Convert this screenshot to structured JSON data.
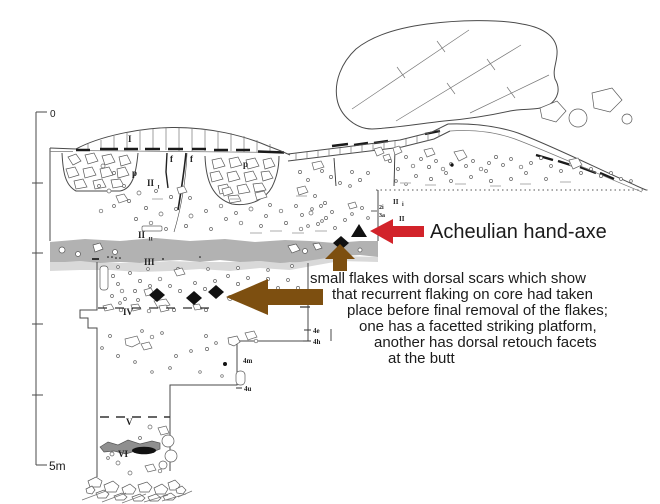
{
  "scale": {
    "top": "0",
    "bottom": "5m"
  },
  "labels": {
    "layer_I": "I",
    "pit_left": "p",
    "pit_right": "p",
    "fissure_left": "f",
    "fissure_right": "f",
    "unit_II_upper_main": "II",
    "unit_II_upper_sub": "I",
    "unit_II_lower_main": "II",
    "unit_II_lower_sub": "II",
    "layer_III": "III",
    "layer_IV": "IV",
    "layer_V": "V",
    "layer_VI": "VI",
    "col_2i": "2i",
    "col_3a": "3a",
    "col_II_main": "II",
    "col_II_sub": "i",
    "col_II2": "II",
    "spit_4e": "4e",
    "spit_4h": "4h",
    "spit_4m": "4m",
    "spit_4u": "4u"
  },
  "annotations": {
    "handaxe_label": "Acheulian hand-axe",
    "flakes_lines": [
      "small flakes with dorsal scars which show",
      "that recurrent flaking on core had taken",
      "place before final removal of the flakes;",
      "one has a facetted striking platform,",
      "another has dorsal retouch facets",
      "at the butt"
    ]
  },
  "colors": {
    "red_arrow": "#d2232a",
    "brown_arrow": "#7d4f10",
    "band": "#b2b2b2",
    "band_light": "#d9d9d9",
    "layer_vi": "#8f8f8f"
  }
}
